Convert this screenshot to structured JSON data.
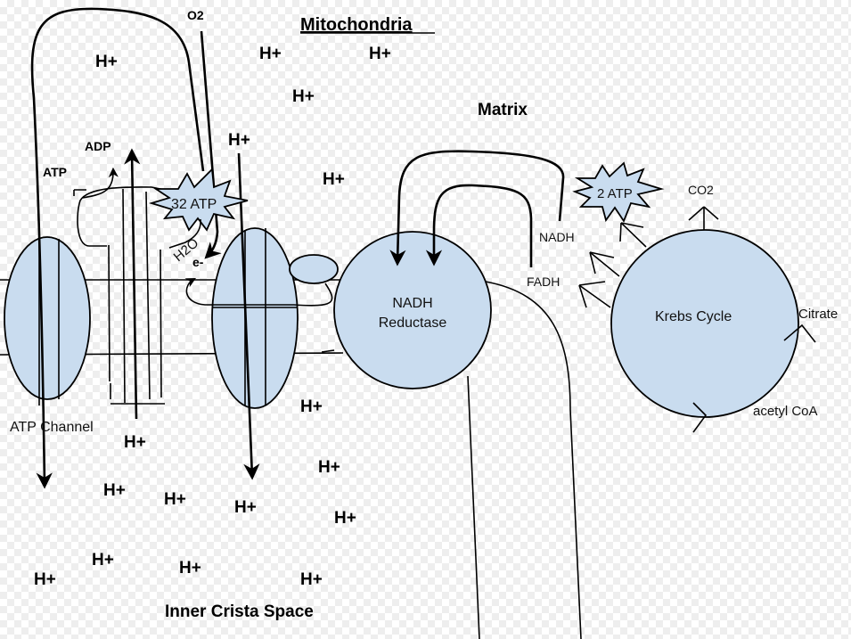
{
  "title": "Mitochondria",
  "labels": {
    "o2": "O2",
    "matrix": "Matrix",
    "adp": "ADP",
    "atp": "ATP",
    "atp_32": "32 ATP",
    "h2o": "H2O",
    "e_minus": "e-",
    "atp_channel": "ATP Channel",
    "nadh_reductase_line1": "NADH",
    "nadh_reductase_line2": "Reductase",
    "nadh": "NADH",
    "fadh": "FADH",
    "atp_2": "2 ATP",
    "co2": "CO2",
    "krebs_cycle": "Krebs Cycle",
    "citrate": "Citrate",
    "acetyl_coa": "acetyl CoA",
    "inner_crista_space": "Inner Crista Space",
    "h_plus": "H+"
  },
  "colors": {
    "protein_fill": "#c9dcef",
    "stroke": "#000000"
  }
}
